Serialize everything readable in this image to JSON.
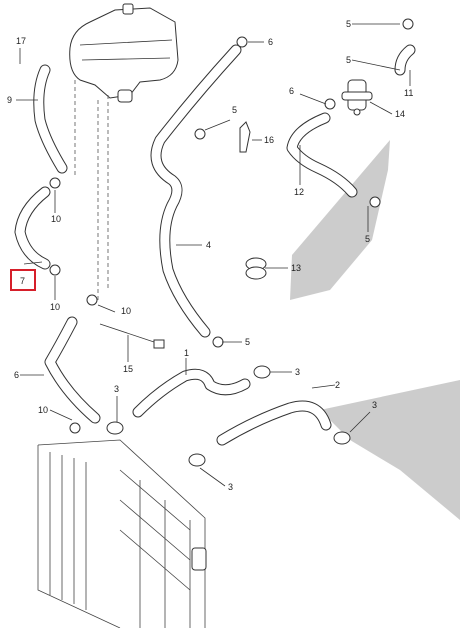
{
  "diagram": {
    "callouts": [
      {
        "id": "c17",
        "text": "17"
      },
      {
        "id": "c9",
        "text": "9"
      },
      {
        "id": "c10a",
        "text": "10"
      },
      {
        "id": "c7",
        "text": "7"
      },
      {
        "id": "c10b",
        "text": "10"
      },
      {
        "id": "c10c",
        "text": "10"
      },
      {
        "id": "c6a",
        "text": "6"
      },
      {
        "id": "c10d",
        "text": "10"
      },
      {
        "id": "c6b",
        "text": "6"
      },
      {
        "id": "c5a",
        "text": "5"
      },
      {
        "id": "c16",
        "text": "16"
      },
      {
        "id": "c4",
        "text": "4"
      },
      {
        "id": "c15",
        "text": "15"
      },
      {
        "id": "c5b",
        "text": "5"
      },
      {
        "id": "c1",
        "text": "1"
      },
      {
        "id": "c3a",
        "text": "3"
      },
      {
        "id": "c3b",
        "text": "3"
      },
      {
        "id": "c3c",
        "text": "3"
      },
      {
        "id": "c5c",
        "text": "5"
      },
      {
        "id": "c5d",
        "text": "5"
      },
      {
        "id": "c11",
        "text": "11"
      },
      {
        "id": "c6c",
        "text": "6"
      },
      {
        "id": "c14",
        "text": "14"
      },
      {
        "id": "c12",
        "text": "12"
      },
      {
        "id": "c5e",
        "text": "5"
      },
      {
        "id": "c13",
        "text": "13"
      },
      {
        "id": "c2",
        "text": "2"
      },
      {
        "id": "c3d",
        "text": "3"
      }
    ],
    "highlighted_callout": "7",
    "highlight_color": "#d61f2a",
    "shade_color": "#bfbfbf"
  }
}
